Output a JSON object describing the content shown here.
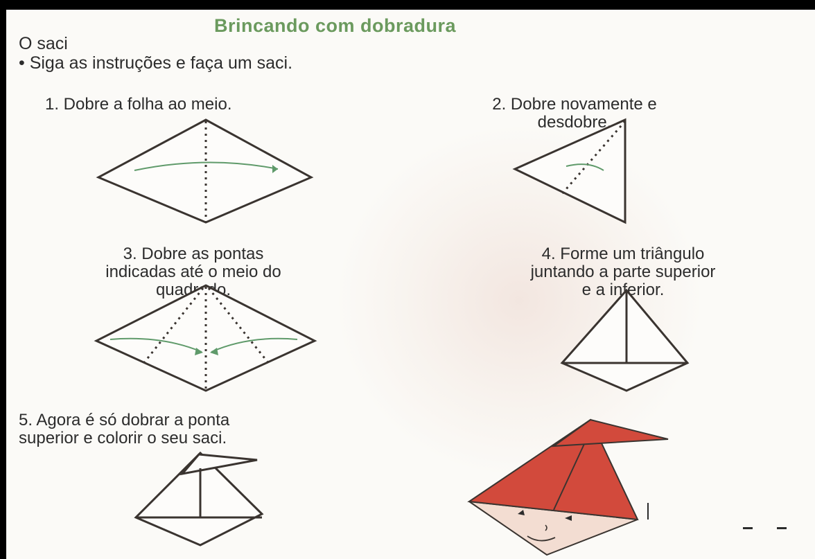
{
  "title": "Brincando com dobradura",
  "subject": "O saci",
  "instruction": "• Siga as instruções e faça um saci.",
  "steps": [
    {
      "number": "1.",
      "text": "1. Dobre a folha ao meio."
    },
    {
      "number": "2.",
      "lines": [
        "2. Dobre novamente e",
        "desdobre."
      ]
    },
    {
      "number": "3.",
      "lines": [
        "3. Dobre as pontas",
        "indicadas até o meio do",
        "quadrado."
      ]
    },
    {
      "number": "4.",
      "lines": [
        "4. Forme um triângulo",
        "juntando a parte superior",
        "e a inferior."
      ]
    },
    {
      "number": "5.",
      "lines": [
        "5. Agora é só dobrar a ponta",
        "superior e colorir o seu saci."
      ]
    }
  ],
  "colors": {
    "title": "#6b9a5e",
    "arrow": "#5f9a6a",
    "hat": "#d24a3c",
    "face": "#f3ddd2",
    "line": "#3a3430"
  }
}
